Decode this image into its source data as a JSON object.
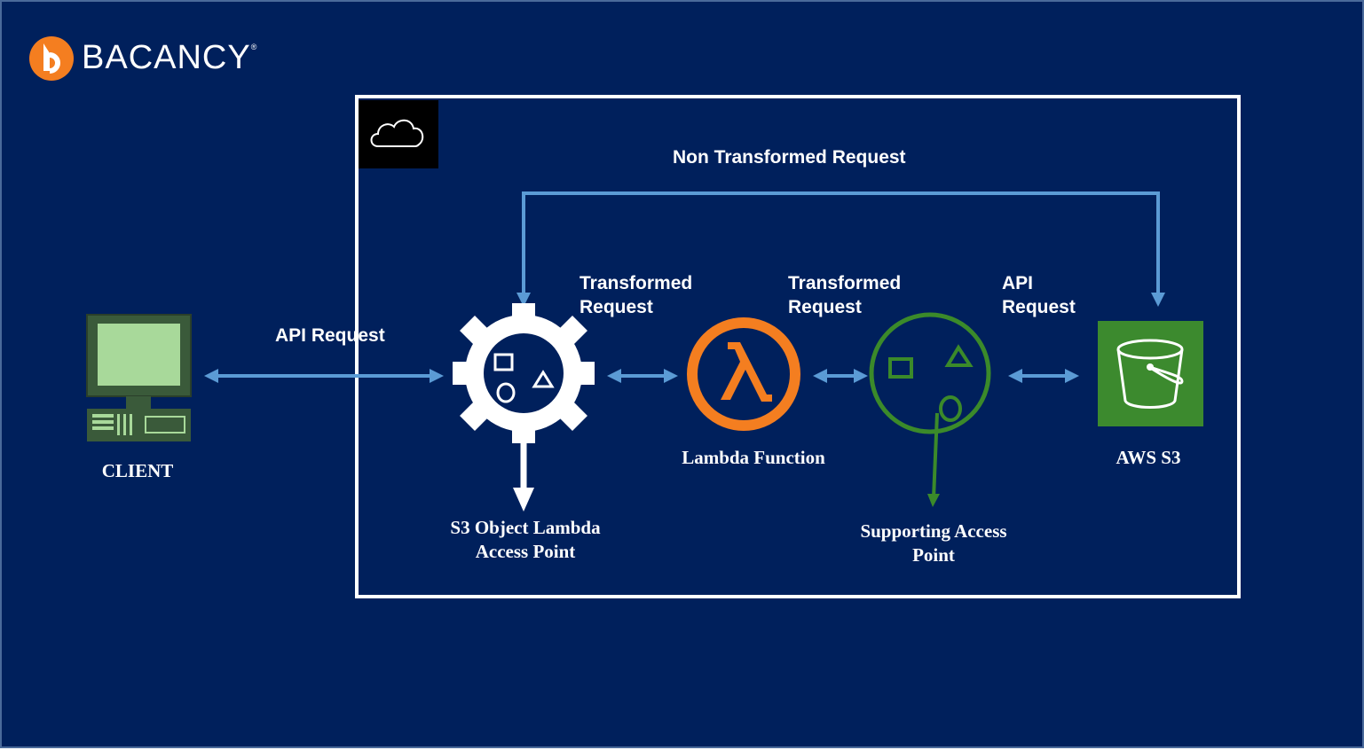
{
  "brand": {
    "name": "BACANCY",
    "registered_mark": "®",
    "logo_color": "#f47e20"
  },
  "labels": {
    "non_transformed": "Non Transformed Request",
    "transformed_1": "Transformed\nRequest",
    "transformed_2": "Transformed\nRequest",
    "api_request_client": "API Request",
    "api_request_s3": "API\nRequest"
  },
  "nodes": {
    "client": {
      "label": "CLIENT",
      "icon": "computer-icon"
    },
    "object_lambda_ap": {
      "label": "S3 Object Lambda\nAccess Point",
      "icon": "gear-access-point-icon"
    },
    "lambda": {
      "label": "Lambda Function",
      "icon": "lambda-icon",
      "color": "#f47e20"
    },
    "supporting_ap": {
      "label": "Supporting Access\nPoint",
      "icon": "access-point-icon",
      "color": "#3b8a2a"
    },
    "s3": {
      "label": "AWS S3",
      "icon": "bucket-icon",
      "color": "#3c8a2e"
    }
  },
  "colors": {
    "background": "#00205c",
    "arrow": "#5b9bd5"
  }
}
